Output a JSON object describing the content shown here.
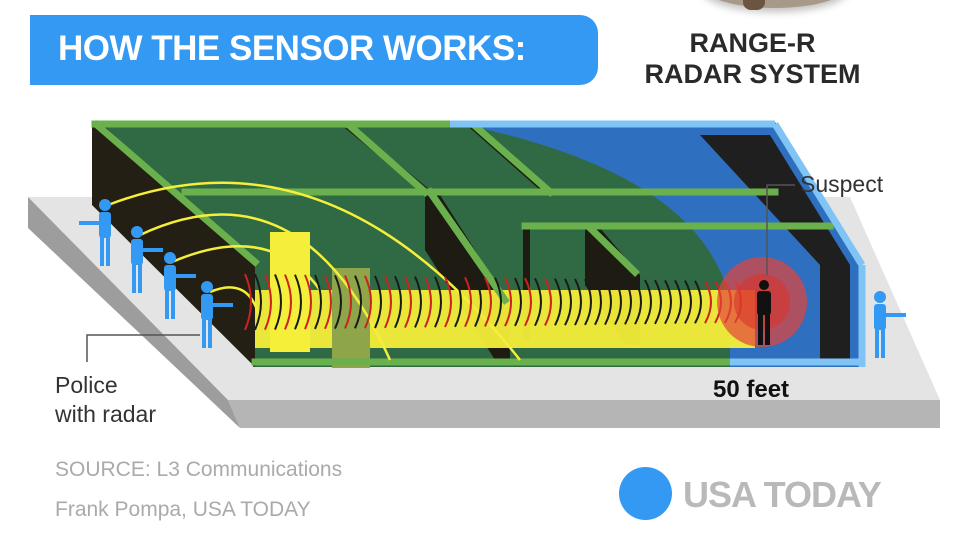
{
  "header": {
    "title": "HOW THE SENSOR WORKS:"
  },
  "product": {
    "line1": "RANGE-R",
    "line2": "RADAR SYSTEM"
  },
  "labels": {
    "suspect": "Suspect",
    "police_line1": "Police",
    "police_line2": "with radar",
    "distance": "50 feet"
  },
  "credits": {
    "source": "SOURCE:  L3 Communications",
    "artist": "Frank Pompa, USA TODAY"
  },
  "logo": {
    "text": "USA TODAY"
  },
  "colors": {
    "accent_blue": "#3399f3",
    "floor_green": "#2f6a44",
    "wall_green": "#6ab04c",
    "radar_yellow": "#f5ee3a",
    "wave_red": "#cc2222",
    "suspect_glow": "#e2453a"
  }
}
